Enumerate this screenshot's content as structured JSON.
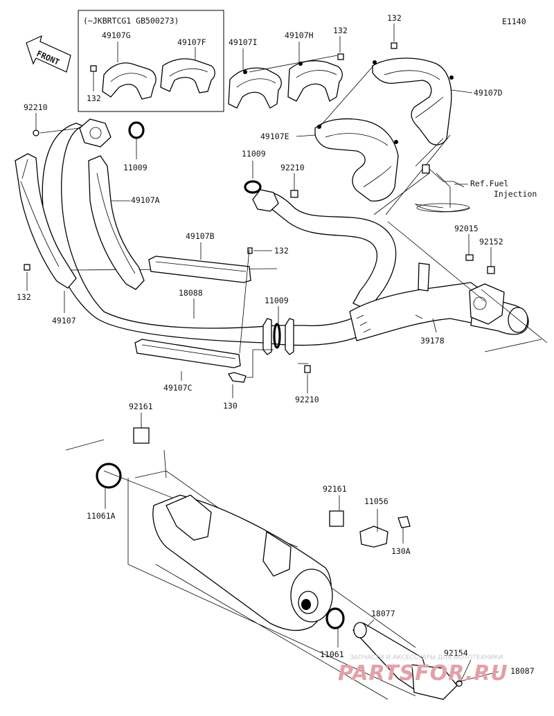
{
  "diagram": {
    "code": "E1140",
    "serial_note": "(~JKBRTCG1 GB500273)",
    "front_label": "FRONT",
    "ref_note": {
      "line1": "Ref.Fuel",
      "line2": "Injection"
    },
    "labels": {
      "p49107G": "49107G",
      "p49107F": "49107F",
      "p132_inset": "132",
      "p49107I": "49107I",
      "p49107H": "49107H",
      "p132_h": "132",
      "p132_d": "132",
      "p49107D": "49107D",
      "p92210_a": "92210",
      "p11009_a": "11009",
      "p49107E": "49107E",
      "p11009_b": "11009",
      "p92210_b": "92210",
      "p49107A": "49107A",
      "p49107B": "49107B",
      "p132_b": "132",
      "p92015": "92015",
      "p92152": "92152",
      "p132_left": "132",
      "p49107": "49107",
      "p18088": "18088",
      "p11009_c": "11009",
      "p39178": "39178",
      "p49107C": "49107C",
      "p130": "130",
      "p92210_c": "92210",
      "p92161_a": "92161",
      "p11061A": "11061A",
      "p92161_b": "92161",
      "p11056": "11056",
      "p130A": "130A",
      "p18077": "18077",
      "p11061": "11061",
      "p92154": "92154",
      "p18087": "18087"
    },
    "watermark": {
      "small": "ЗАПЧАСТИ И АКСЕССУАРЫ ДЛЯ МОТОТЕХНИКИ",
      "brand": "PARTSFOR.RU"
    }
  }
}
